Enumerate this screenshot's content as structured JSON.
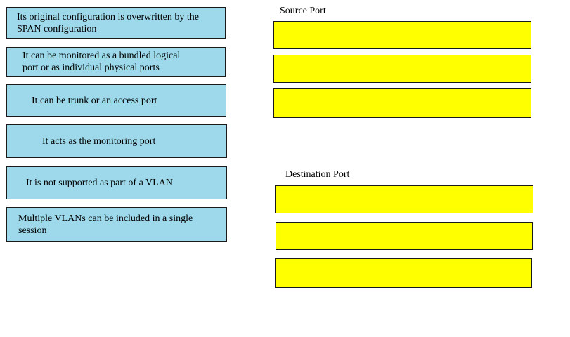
{
  "cards": [
    {
      "text": "Its original configuration is overwritten by the SPAN configuration"
    },
    {
      "text": "It can be monitored as a bundled logical port or as individual physical ports"
    },
    {
      "text": "It can be trunk or an access port"
    },
    {
      "text": "It acts as the monitoring port"
    },
    {
      "text": "It is not supported as part of a VLAN"
    },
    {
      "text": "Multiple VLANs can be included in a single session"
    }
  ],
  "source_zone": {
    "label": "Source Port",
    "slots": [
      "",
      "",
      ""
    ]
  },
  "destination_zone": {
    "label": "Destination Port",
    "slots": [
      "",
      "",
      ""
    ]
  },
  "colors": {
    "card_fill": "#9dd9ea",
    "slot_fill": "#ffff00",
    "border": "#1a1a1a"
  }
}
